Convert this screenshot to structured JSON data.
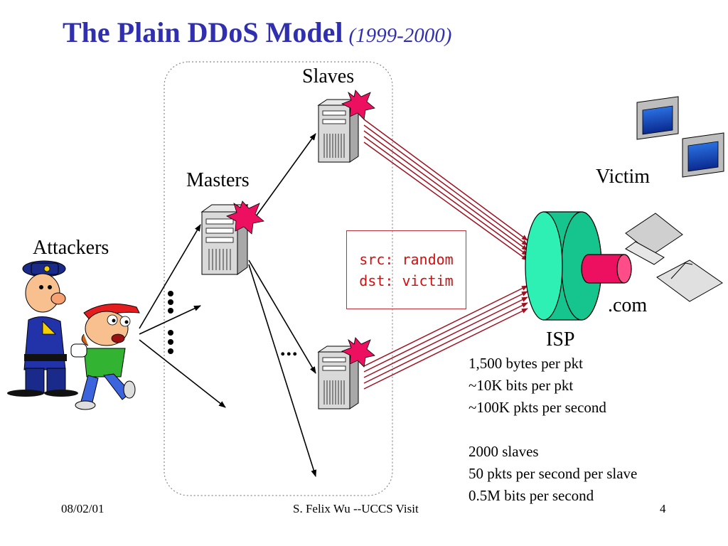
{
  "title": {
    "main": "The Plain DDoS Model",
    "sub": "(1999-2000)"
  },
  "labels": {
    "slaves": "Slaves",
    "masters": "Masters",
    "attackers": "Attackers",
    "victim": "Victim",
    "com": ".com",
    "isp": "ISP",
    "ellipsis": "..."
  },
  "packet_box": {
    "line1": "src: random",
    "line2": "dst: victim"
  },
  "stats": [
    "1,500 bytes per pkt",
    "~10K bits per pkt",
    "~100K pkts per second",
    "",
    "2000 slaves",
    "50 pkts per second per slave",
    "0.5M bits per second"
  ],
  "footer": {
    "date": "08/02/01",
    "center": "S. Felix Wu --UCCS Visit",
    "page": "4"
  },
  "colors": {
    "title": "#2f2fb0",
    "attack_lines": "#a01020",
    "isp": "#1fd9a0",
    "pipe": "#ee1060",
    "box_text": "#d01010",
    "burst": "#ee1060"
  }
}
